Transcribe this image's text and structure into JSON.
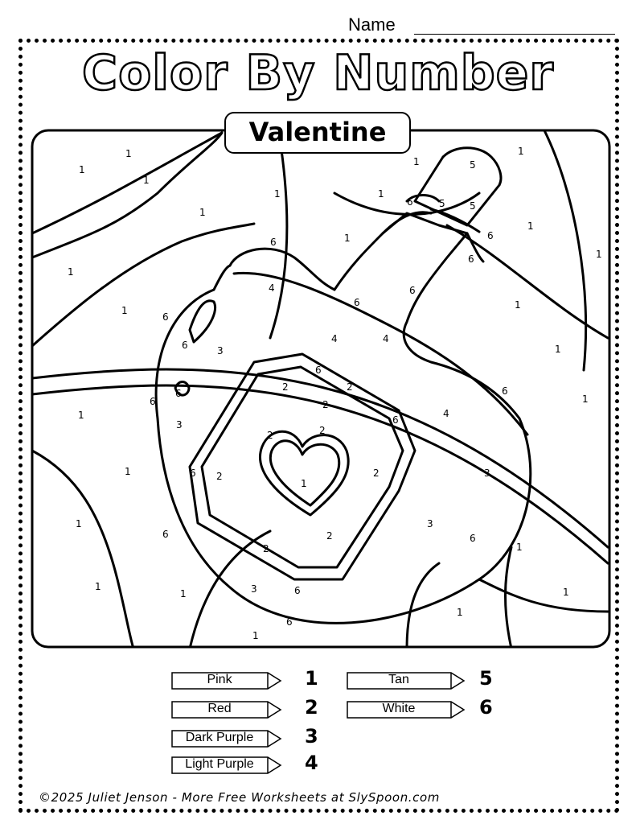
{
  "header": {
    "name_label": "Name"
  },
  "title": "Color By Number",
  "subtitle": "Valentine",
  "legend": [
    {
      "color": "Pink",
      "number": "1"
    },
    {
      "color": "Red",
      "number": "2"
    },
    {
      "color": "Dark Purple",
      "number": "3"
    },
    {
      "color": "Light Purple",
      "number": "4"
    },
    {
      "color": "Tan",
      "number": "5"
    },
    {
      "color": "White",
      "number": "6"
    }
  ],
  "footer": "©2025 Juliet Jenson - More Free Worksheets at SlySpoon.com"
}
